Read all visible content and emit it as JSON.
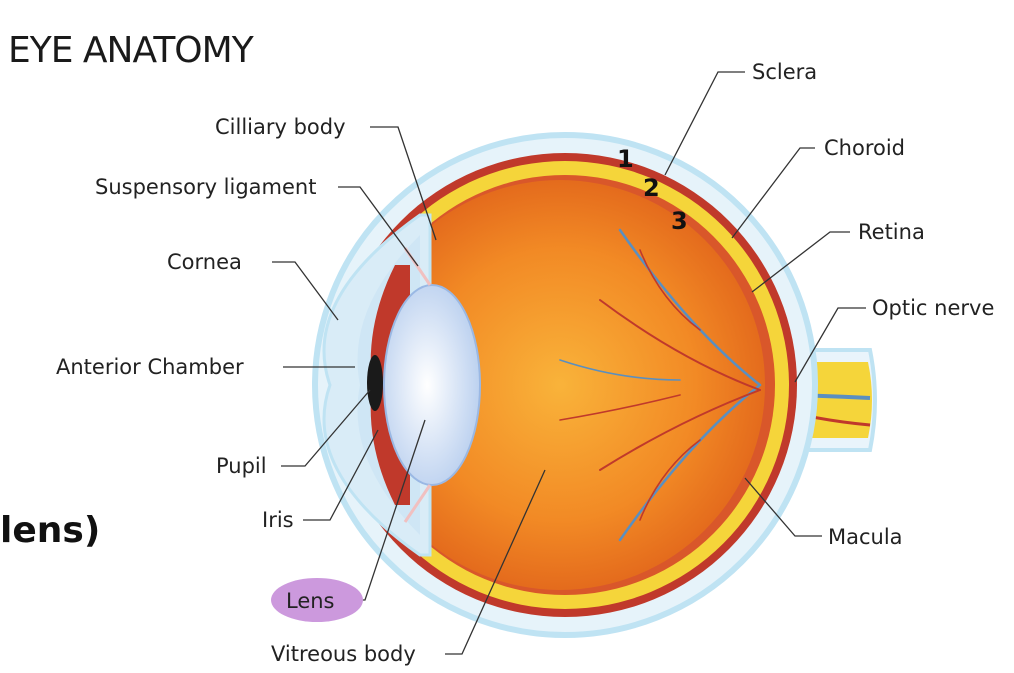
{
  "title": "EYE ANATOMY",
  "labels": {
    "sclera": "Sclera",
    "choroid": "Choroid",
    "retina": "Retina",
    "optic_nerve": "Optic nerve",
    "macula": "Macula",
    "ciliary_body": "Cilliary body",
    "suspensory_ligament": "Suspensory ligament",
    "cornea": "Cornea",
    "anterior_chamber": "Anterior Chamber",
    "pupil": "Pupil",
    "iris": "Iris",
    "lens": "Lens",
    "vitreous_body": "Vitreous body"
  },
  "annotations": {
    "layer_numbers": [
      "1",
      "2",
      "3"
    ],
    "handwritten_note": "lens)",
    "highlight_color": "#cc99dd"
  },
  "colors": {
    "sclera": "#bfe3f3",
    "choroid": "#c0392b",
    "retina": "#f5d53a",
    "vitreous": "#f08a24",
    "lens": "#e8f0fb"
  }
}
